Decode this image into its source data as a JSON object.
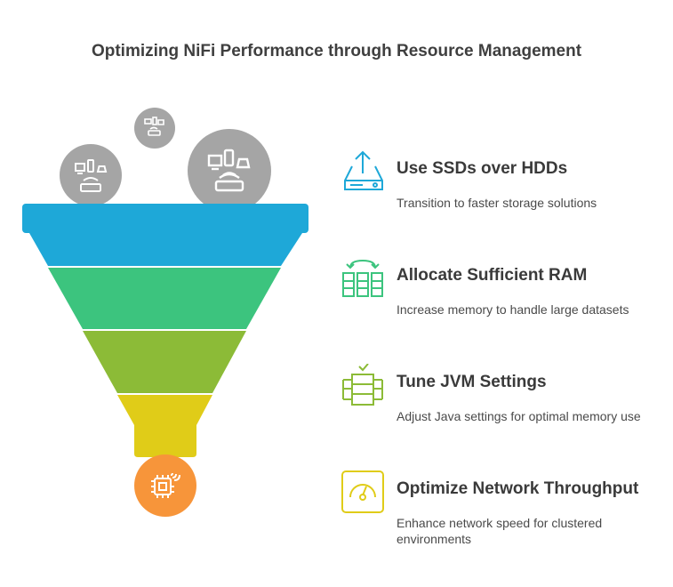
{
  "title": "Optimizing NiFi Performance through Resource Management",
  "colors": {
    "band1": "#1ea8d8",
    "band2": "#3cc47e",
    "band3": "#8cbb37",
    "band4": "#e0cc18",
    "output": "#f7953a",
    "bubble": "#a5a5a5"
  },
  "items": [
    {
      "heading": "Use SSDs over HDDs",
      "description": "Transition to faster storage solutions",
      "icon": "upload-drive-icon",
      "color": "#1ea8d8"
    },
    {
      "heading": "Allocate Sufficient RAM",
      "description": "Increase memory to handle large datasets",
      "icon": "memory-blocks-icon",
      "color": "#3cc47e"
    },
    {
      "heading": "Tune JVM Settings",
      "description": "Adjust Java settings for optimal memory use",
      "icon": "server-stack-icon",
      "color": "#8cbb37"
    },
    {
      "heading": "Optimize Network Throughput",
      "description": "Enhance network speed for clustered environments",
      "icon": "speed-gauge-icon",
      "color": "#e0cc18"
    }
  ]
}
